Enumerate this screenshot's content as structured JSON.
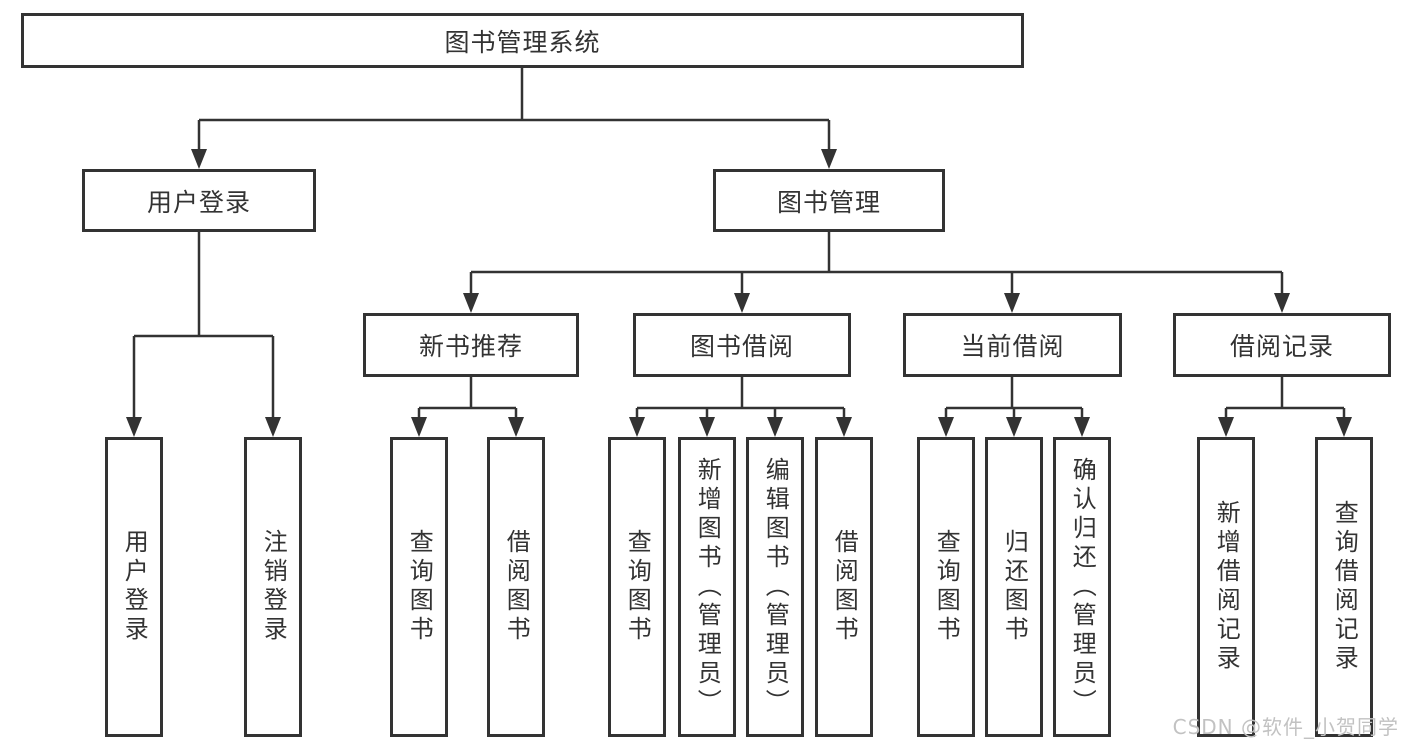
{
  "diagram": {
    "root": {
      "label": "图书管理系统"
    },
    "branches": [
      {
        "label": "用户登录",
        "children": [
          {
            "label": "用户登录"
          },
          {
            "label": "注销登录"
          }
        ]
      },
      {
        "label": "图书管理",
        "sections": [
          {
            "label": "新书推荐",
            "children": [
              {
                "label": "查询图书"
              },
              {
                "label": "借阅图书"
              }
            ]
          },
          {
            "label": "图书借阅",
            "children": [
              {
                "label": "查询图书"
              },
              {
                "label": "新增图书（管理员）"
              },
              {
                "label": "编辑图书（管理员）"
              },
              {
                "label": "借阅图书"
              }
            ]
          },
          {
            "label": "当前借阅",
            "children": [
              {
                "label": "查询图书"
              },
              {
                "label": "归还图书"
              },
              {
                "label": "确认归还（管理员）"
              }
            ]
          },
          {
            "label": "借阅记录",
            "children": [
              {
                "label": "新增借阅记录"
              },
              {
                "label": "查询借阅记录"
              }
            ]
          }
        ]
      }
    ]
  },
  "watermark": {
    "text": "CSDN @软件_小贺同学"
  },
  "colors": {
    "line": "#333333",
    "box_border": "#333333",
    "text": "#333333",
    "watermark": "#c2c2c2",
    "background": "#ffffff"
  }
}
